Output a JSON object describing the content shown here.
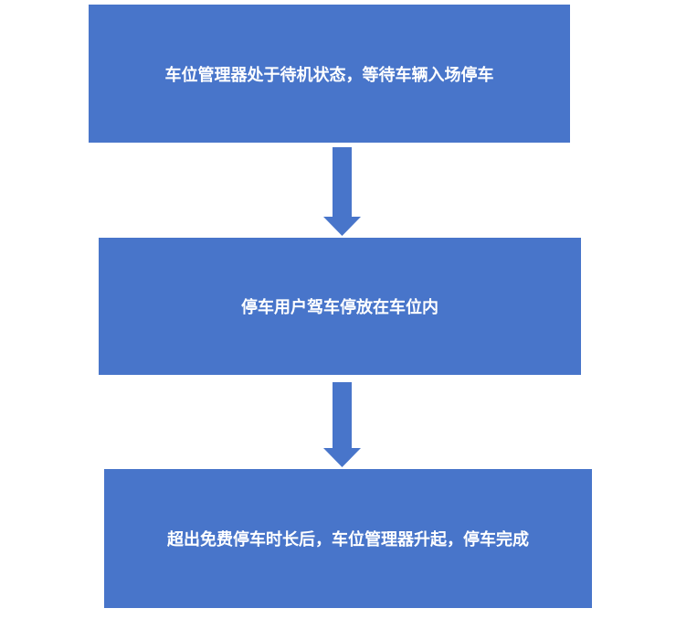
{
  "steps": [
    {
      "text": "车位管理器处于待机状态，等待车辆入场停车"
    },
    {
      "text": "停车用户驾车停放在车位内"
    },
    {
      "text": "超出免费停车时长后，车位管理器升起，停车完成"
    }
  ],
  "colors": {
    "box": "#4875CA",
    "text": "#FFFFFF"
  }
}
